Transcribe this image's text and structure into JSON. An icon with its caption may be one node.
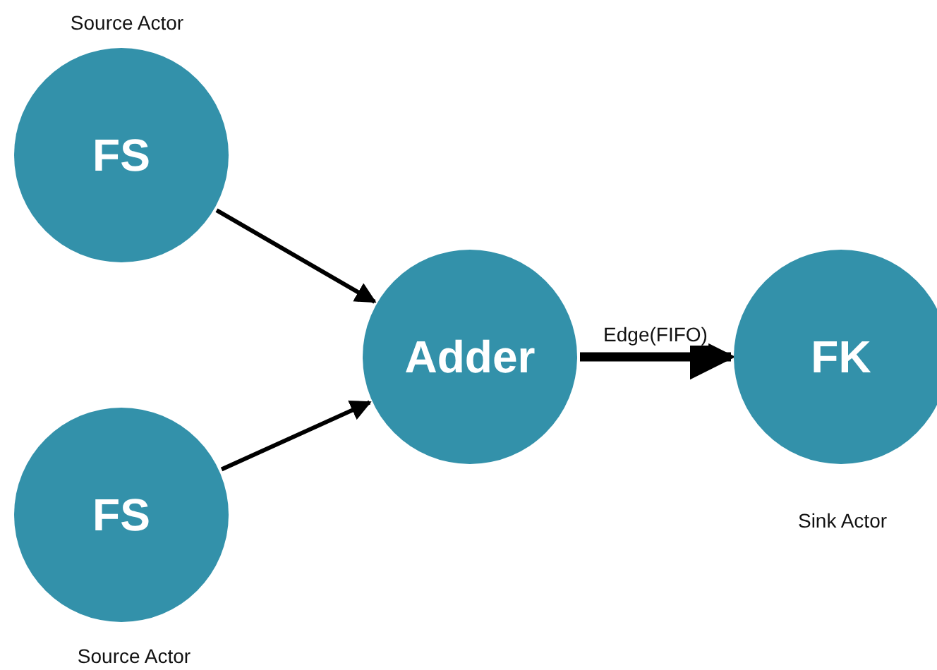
{
  "diagram": {
    "nodes": [
      {
        "text": [
          "FS"
        ],
        "beside": [
          "Source Actor"
        ]
      },
      {
        "text": [
          "FS"
        ],
        "beside": [
          "Source Actor"
        ]
      },
      {
        "text": [
          "Adder"
        ]
      },
      {
        "text": [
          "FK"
        ],
        "beside": [
          "Sink Actor"
        ]
      }
    ],
    "edges": [
      {
        "from": 0,
        "to": 2,
        "arrow": "to"
      },
      {
        "from": 1,
        "to": 2,
        "arrow": "to"
      },
      {
        "from": 2,
        "to": 3,
        "arrow": "to",
        "label": "Edge(FIFO)",
        "style": "thick"
      }
    ]
  }
}
